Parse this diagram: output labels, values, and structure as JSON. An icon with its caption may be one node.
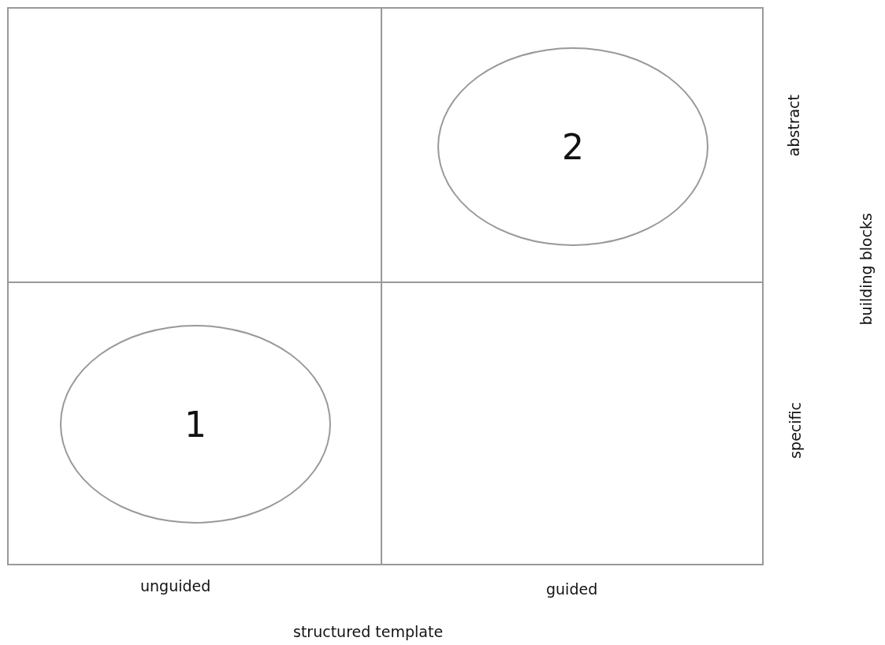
{
  "diagram": {
    "nodes": [
      {
        "text": [
          "2"
        ]
      },
      {
        "text": [
          "1"
        ]
      }
    ],
    "labels": [
      "abstract",
      "building blocks",
      "specific",
      "unguided",
      "guided",
      "structured template"
    ]
  }
}
